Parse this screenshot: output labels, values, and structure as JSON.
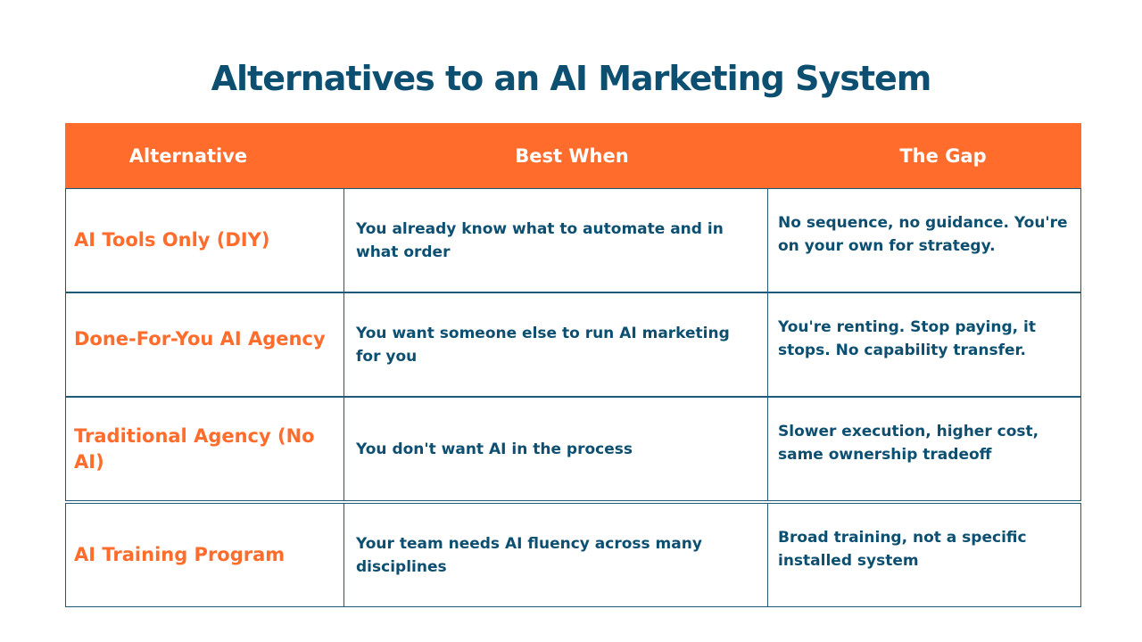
{
  "title": "Alternatives to an AI Marketing System",
  "table": {
    "headers": [
      "Alternative",
      "Best When",
      "The Gap"
    ],
    "rows": [
      {
        "alternative": "AI Tools Only (DIY)",
        "best_when": "You already know what to automate and in what order",
        "gap": "No sequence, no guidance. You're on your own for strategy."
      },
      {
        "alternative": "Done-For-You AI Agency",
        "best_when": "You want someone else to run AI marketing for you",
        "gap": "You're renting. Stop paying, it stops. No capability transfer."
      },
      {
        "alternative": "Traditional Agency (No AI)",
        "best_when": "You don't want AI in the process",
        "gap": "Slower execution, higher cost, same ownership tradeoff"
      },
      {
        "alternative": "AI Training Program",
        "best_when": "Your team needs AI fluency across many disciplines",
        "gap": "Broad training, not a specific installed system"
      }
    ]
  },
  "colors": {
    "header_bg": "#ff6c2c",
    "header_text": "#ffffff",
    "alternative_text": "#ff6c2c",
    "body_text": "#0d4f70",
    "border": "#1e5a78"
  }
}
